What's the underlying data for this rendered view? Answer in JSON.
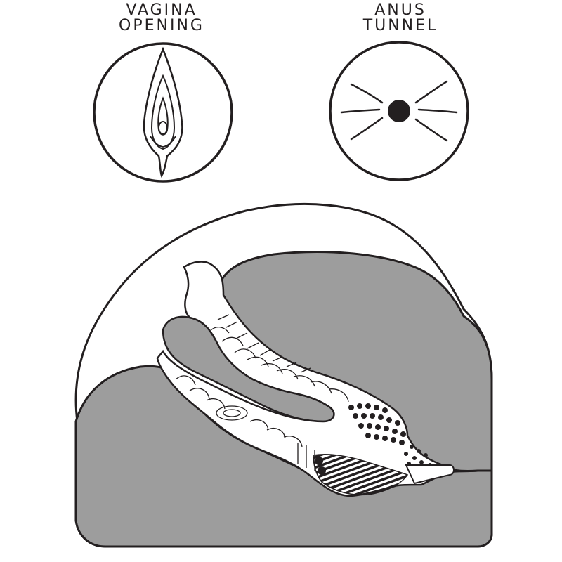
{
  "labels": {
    "left": {
      "line1": "VAGINA",
      "line2": "OPENING"
    },
    "right": {
      "line1": "ANUS",
      "line2": "TUNNEL"
    }
  },
  "colors": {
    "ink": "#231f20",
    "body_fill": "#9d9d9d",
    "background": "#ffffff"
  },
  "icons": {
    "left_badge": "vagina-opening-icon",
    "right_badge": "anus-opening-icon"
  }
}
